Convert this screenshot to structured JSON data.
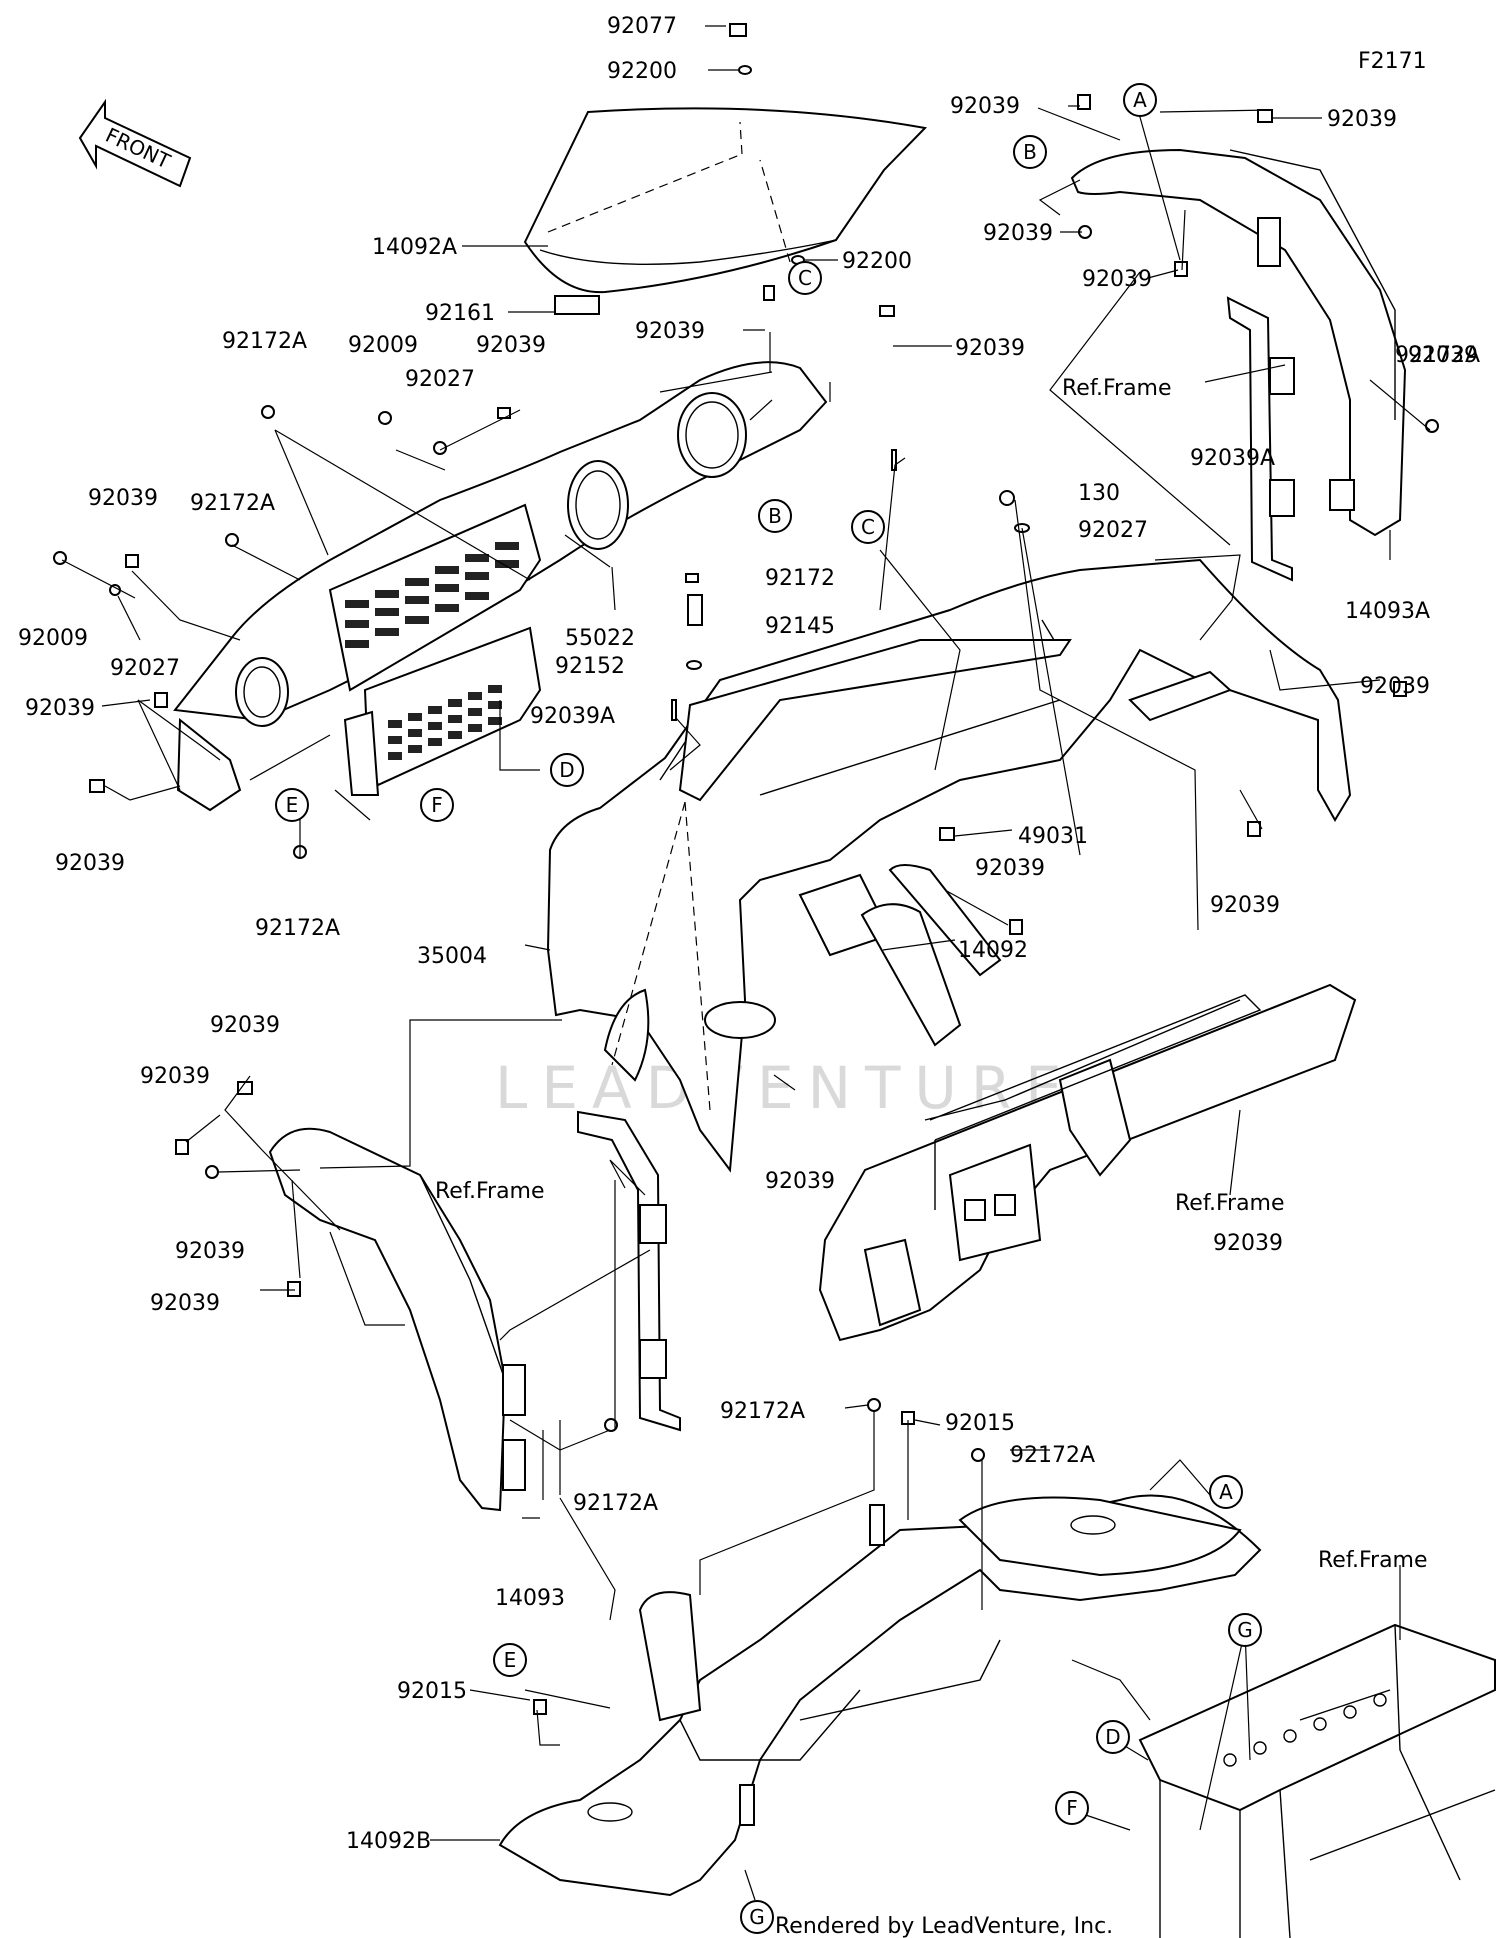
{
  "figure_code": "F2171",
  "front_label": "FRONT",
  "watermark": "LEADVENTURE",
  "footer": "Rendered by LeadVenture, Inc.",
  "callout_letters": [
    "A",
    "B",
    "C",
    "D",
    "E",
    "F",
    "G"
  ],
  "ref_frame": "Ref.Frame",
  "part_labels": [
    "92077",
    "92200",
    "14092A",
    "92200",
    "92161",
    "92039",
    "92039",
    "92039",
    "92039",
    "92039",
    "92039",
    "92172A",
    "92009",
    "92027",
    "92039",
    "92039",
    "92172A",
    "92039",
    "92009",
    "92027",
    "92039",
    "92039",
    "55022",
    "92172A",
    "35004",
    "92172",
    "92145",
    "92152",
    "92039A",
    "92039A",
    "130",
    "92027",
    "92172A",
    "14093A",
    "92039",
    "49031",
    "92039",
    "92039",
    "14092",
    "92039",
    "92039",
    "92039",
    "92039",
    "92039",
    "92039",
    "92172A",
    "14093",
    "92172A",
    "92015",
    "92172A",
    "92015",
    "14092B"
  ]
}
